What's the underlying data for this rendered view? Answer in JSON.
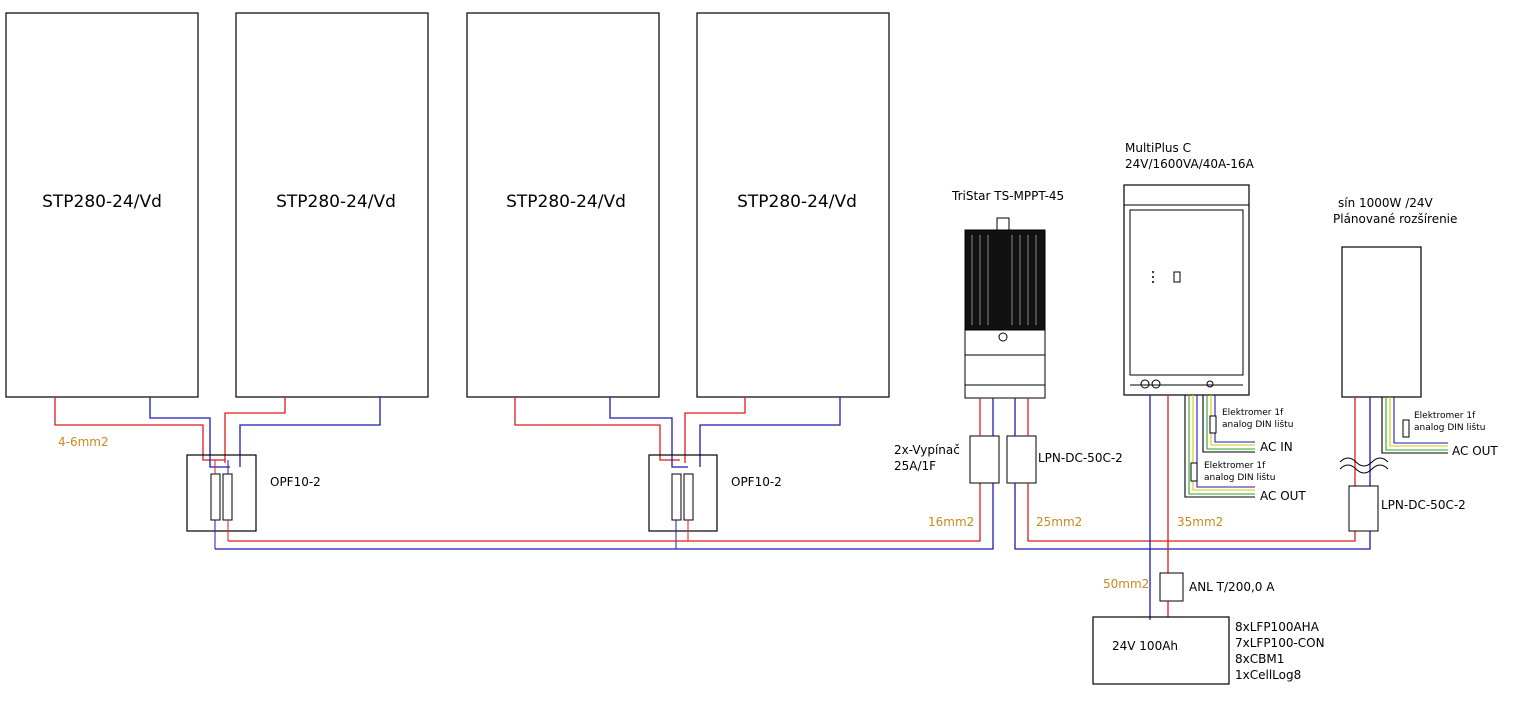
{
  "panels": [
    "STP280-24/Vd",
    "STP280-24/Vd",
    "STP280-24/Vd",
    "STP280-24/Vd"
  ],
  "combiners": [
    "OPF10-2",
    "OPF10-2"
  ],
  "wire_labels": {
    "panel_wire": "4-6mm2",
    "wire_16": "16mm2",
    "wire_25": "25mm2",
    "wire_35": "35mm2",
    "wire_50": "50mm2"
  },
  "controller": {
    "title": "TriStar TS-MPPT-45"
  },
  "breaker": {
    "line1": "2x-Vypínač",
    "line2": "25A/1F"
  },
  "dc_breaker_1": "LPN-DC-50C-2",
  "dc_breaker_2": "LPN-DC-50C-2",
  "inverter": {
    "line1": "MultiPlus C",
    "line2": "24V/1600VA/40A-16A"
  },
  "meter_in": {
    "line1": "Elektromer 1f",
    "line2": "analog DIN lištu",
    "ac": "AC IN"
  },
  "meter_out": {
    "line1": "Elektromer 1f",
    "line2": "analog DIN lištu",
    "ac": "AC OUT"
  },
  "sine": {
    "line1": "sín 1000W /24V",
    "line2": "Plánované rozšírenie"
  },
  "meter_sine": {
    "line1": "Elektromer 1f",
    "line2": "analog DIN lištu",
    "ac": "AC OUT"
  },
  "fuse": "ANL T/200,0 A",
  "battery": {
    "label": "24V 100Ah",
    "parts": [
      "8xLFP100AHA",
      "7xLFP100-CON",
      "8xCBM1",
      "1xCellLog8"
    ]
  },
  "colors": {
    "positive": "#e01b1b",
    "negative": "#1b1bb5",
    "ground_green": "#2aa52a",
    "ground_yellow": "#d8c800",
    "label_orange": "#c98a1e"
  }
}
